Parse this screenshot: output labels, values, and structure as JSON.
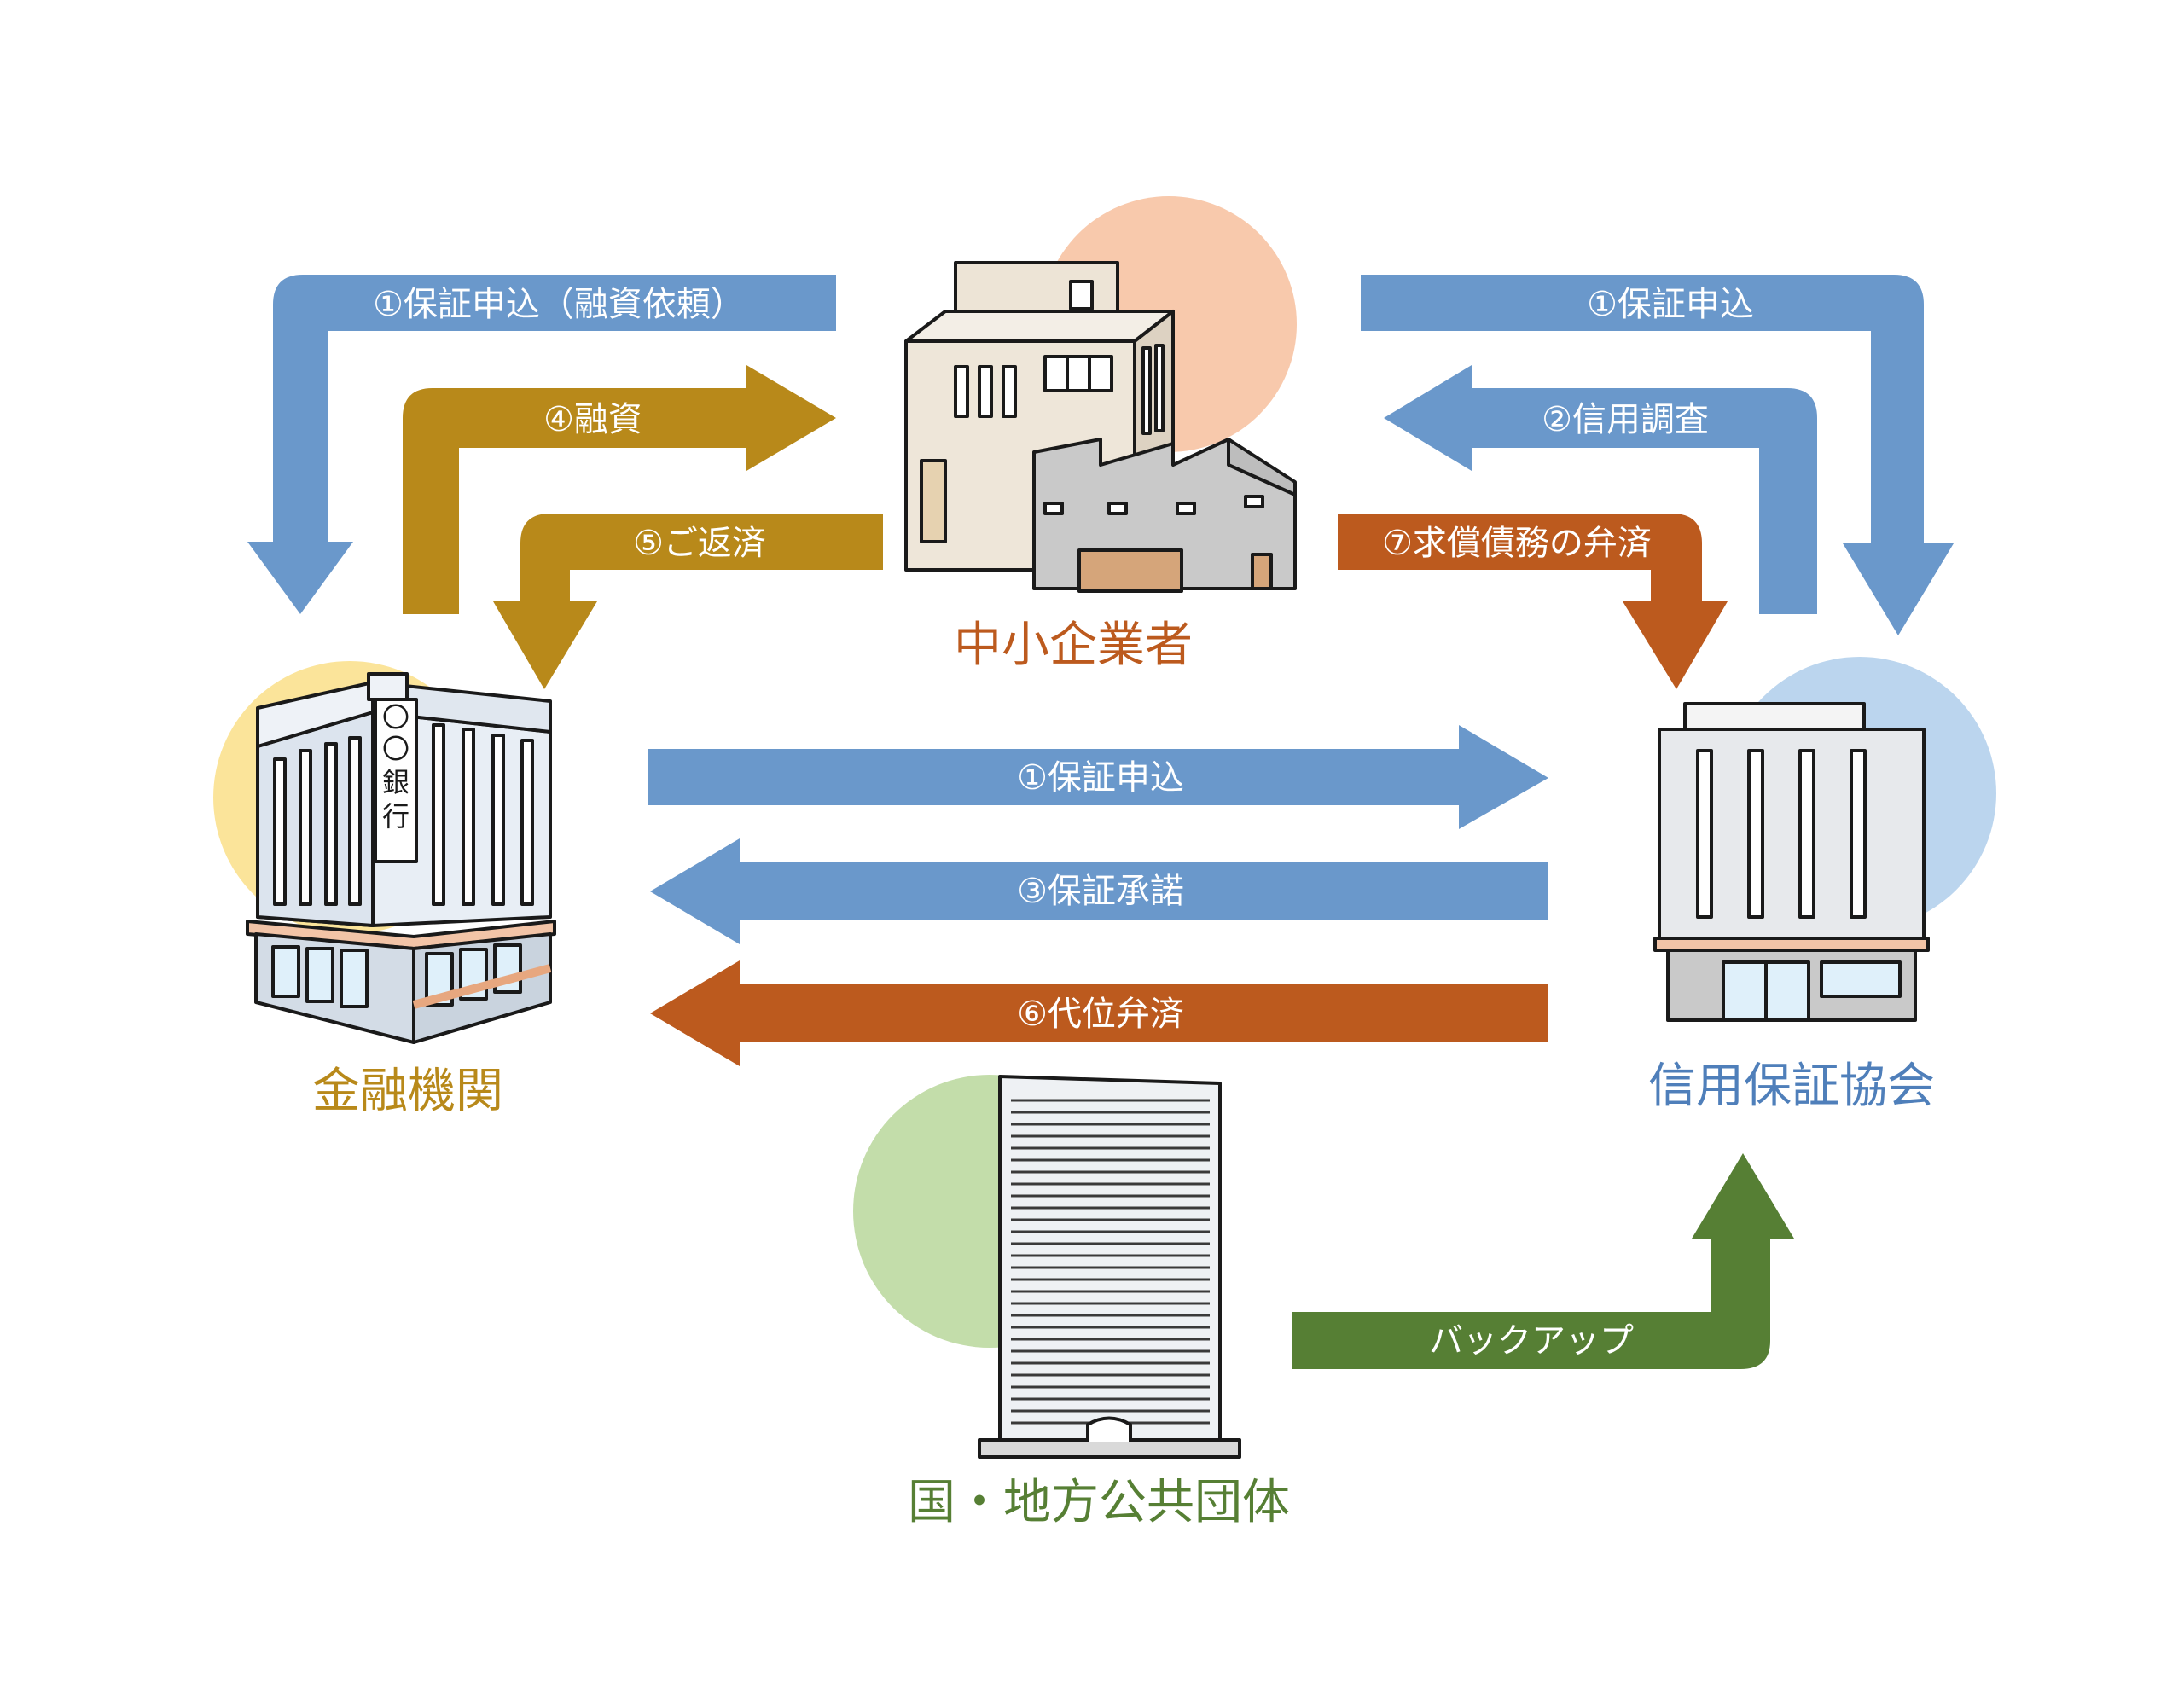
{
  "colors": {
    "blue": "#6A98CB",
    "gold": "#B8891A",
    "orange": "#BC5A1E",
    "green": "#567F34",
    "sme_circle": "#F8C9AC",
    "bank_circle": "#FBE49A",
    "assoc_circle": "#BBD5EE",
    "gov_circle": "#C3DDAA"
  },
  "entities": {
    "sme": "中小企業者",
    "bank": "金融機関",
    "association": "信用保証協会",
    "government": "国・地方公共団体"
  },
  "bank_sign": "〇〇銀行",
  "flows": [
    {
      "id": "sme_to_bank_apply",
      "label": "①保証申込（融資依頼）",
      "color": "blue"
    },
    {
      "id": "bank_loan",
      "label": "④融資",
      "color": "gold"
    },
    {
      "id": "sme_repay",
      "label": "⑤ご返済",
      "color": "gold"
    },
    {
      "id": "sme_to_assoc_apply",
      "label": "①保証申込",
      "color": "blue"
    },
    {
      "id": "credit_check",
      "label": "②信用調査",
      "color": "blue"
    },
    {
      "id": "reimbursement",
      "label": "⑦求償債務の弁済",
      "color": "orange"
    },
    {
      "id": "bank_to_assoc_apply",
      "label": "①保証申込",
      "color": "blue"
    },
    {
      "id": "guarantee_approval",
      "label": "③保証承諾",
      "color": "blue"
    },
    {
      "id": "subrogation",
      "label": "⑥代位弁済",
      "color": "orange"
    },
    {
      "id": "backup",
      "label": "バックアップ",
      "color": "green"
    }
  ]
}
